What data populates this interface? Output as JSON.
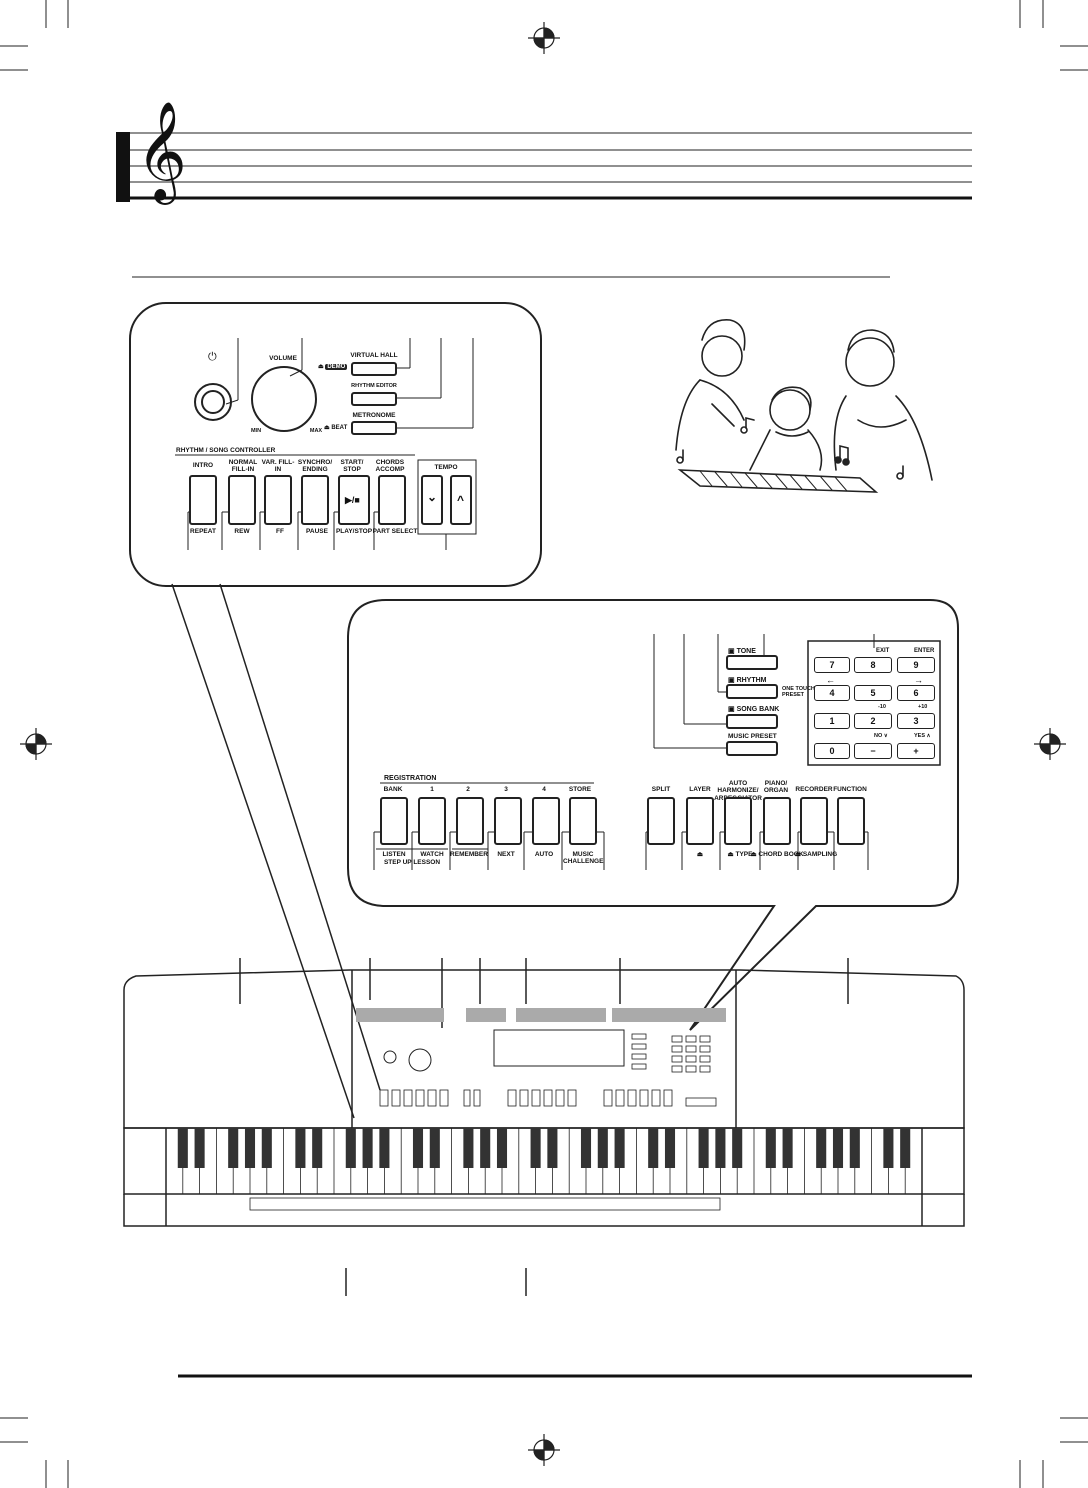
{
  "power": {
    "label": "⏻"
  },
  "volume": {
    "label": "VOLUME",
    "min": "MIN",
    "max": "MAX"
  },
  "top_buttons": [
    {
      "label": "VIRTUAL HALL",
      "sub": "DEMO"
    },
    {
      "label": "RHYTHM EDITOR"
    },
    {
      "label": "METRONOME",
      "sub": "BEAT"
    }
  ],
  "rhythm_song_controller": {
    "header": "RHYTHM / SONG CONTROLLER",
    "buttons": [
      {
        "top": "INTRO",
        "bottom": "REPEAT"
      },
      {
        "top": "NORMAL FILL-IN",
        "bottom": "REW"
      },
      {
        "top": "VAR. FILL-IN",
        "bottom": "FF"
      },
      {
        "top": "SYNCHRO/ ENDING",
        "bottom": "PAUSE"
      },
      {
        "top": "START/ STOP",
        "bottom": "PLAY/STOP"
      },
      {
        "top": "CHORDS ACCOMP",
        "bottom": "PART SELECT"
      }
    ],
    "tempo": "TEMPO"
  },
  "mode_buttons": {
    "tone": "TONE",
    "rhythm": "RHYTHM",
    "one_touch_preset": "ONE TOUCH PRESET",
    "song_bank": "SONG BANK",
    "music_preset": "MUSIC PRESET"
  },
  "keypad": {
    "exit": "EXIT",
    "enter": "ENTER",
    "minus10": "-10",
    "plus10": "+10",
    "no": "NO",
    "yes": "YES",
    "keys": [
      "7",
      "8",
      "9",
      "4",
      "5",
      "6",
      "1",
      "2",
      "3",
      "0",
      "−",
      "+"
    ]
  },
  "registration": {
    "header": "REGISTRATION",
    "top_labels": [
      "BANK",
      "1",
      "2",
      "3",
      "4",
      "STORE"
    ],
    "bottom_labels": [
      "LISTEN",
      "WATCH",
      "REMEMBER",
      "NEXT",
      "AUTO",
      "MUSIC CHALLENGE"
    ],
    "step_up_lesson": "STEP UP LESSON"
  },
  "function_buttons": {
    "top_labels": [
      "SPLIT",
      "LAYER",
      "AUTO HARMONIZE/ ARPEGGIATOR",
      "PIANO/ ORGAN",
      "RECORDER",
      "FUNCTION"
    ],
    "bottom_labels": [
      "",
      "",
      "TYPE",
      "CHORD BOOK",
      "SAMPLING",
      ""
    ]
  }
}
